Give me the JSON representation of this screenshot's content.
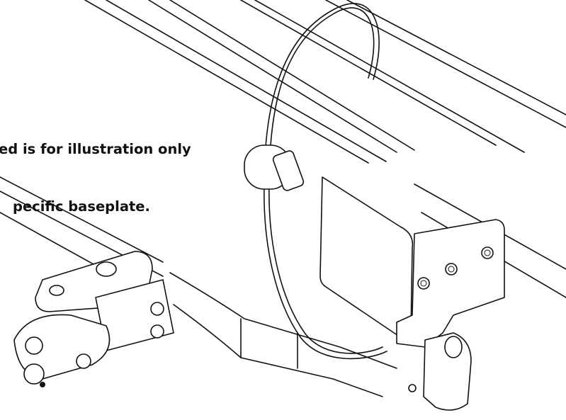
{
  "illustration": {
    "subject": "tow bar baseplate and safety cable line drawing",
    "note_line_1": "ed is for illustration only",
    "note_line_2": "pecific baseplate."
  }
}
